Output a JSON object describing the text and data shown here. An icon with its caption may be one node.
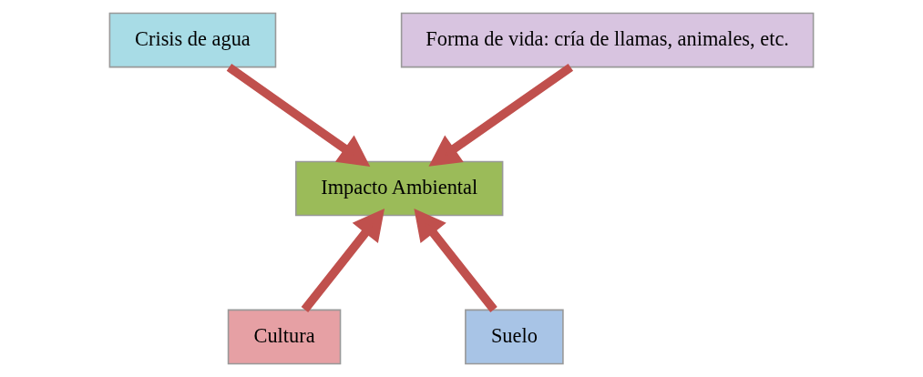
{
  "diagram": {
    "nodes": [
      {
        "text": [
          "Crisis de agua"
        ]
      },
      {
        "text": [
          "Forma de vida: cría de llamas, animales, etc."
        ]
      },
      {
        "text": [
          "Impacto Ambiental"
        ]
      },
      {
        "text": [
          "Cultura"
        ]
      },
      {
        "text": [
          "Suelo"
        ]
      }
    ],
    "edges": [
      {
        "from": 0,
        "to": 2,
        "arrow": "to"
      },
      {
        "from": 1,
        "to": 2,
        "arrow": "to"
      },
      {
        "from": 3,
        "to": 2,
        "arrow": "to"
      },
      {
        "from": 4,
        "to": 2,
        "arrow": "to"
      }
    ]
  }
}
